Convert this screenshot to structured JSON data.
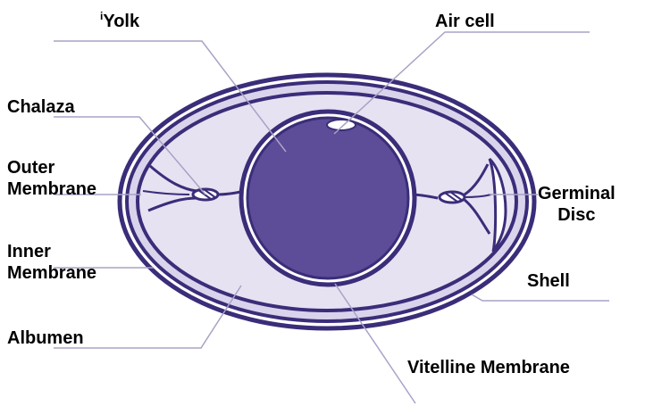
{
  "colors": {
    "outline": "#3b2d79",
    "albumen": "#e6e2f2",
    "yolk": "#5d4c97",
    "leader_line": "#a9a2c6",
    "text": "#000000"
  },
  "labels": {
    "yolk_prefix": "i",
    "yolk": "Yolk",
    "air_cell": "Air cell",
    "chalaza": "Chalaza",
    "outer_membrane_1": "Outer",
    "outer_membrane_2": "Membrane",
    "germinal_disc_1": "Germinal",
    "germinal_disc_2": "Disc",
    "inner_membrane_1": "Inner",
    "inner_membrane_2": "Membrane",
    "shell": "Shell",
    "albumen": "Albumen",
    "vitelline_membrane": "Vitelline Membrane"
  }
}
